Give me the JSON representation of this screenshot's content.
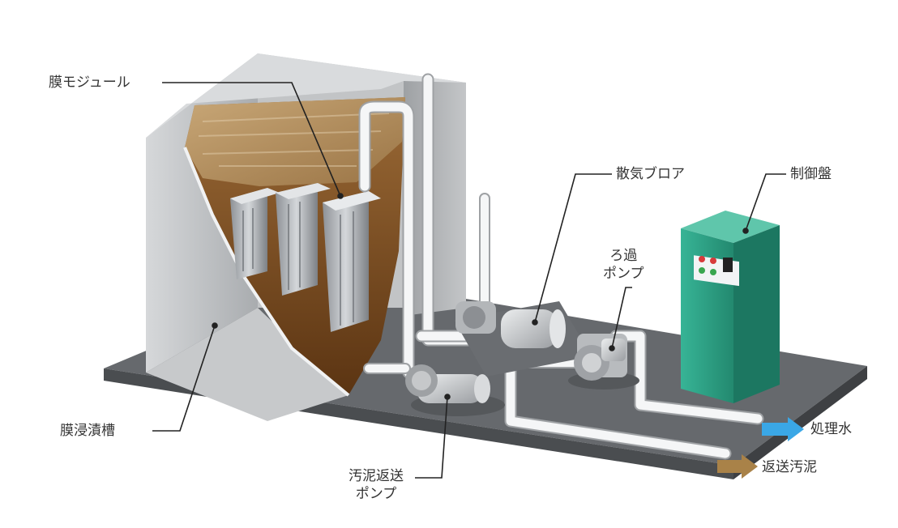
{
  "labels": {
    "membrane_module": "膜モジュール",
    "aeration_blower": "散気ブロア",
    "control_panel": "制御盤",
    "filtration_pump_line1": "ろ過",
    "filtration_pump_line2": "ポンプ",
    "membrane_tank": "膜浸漬槽",
    "sludge_return_pump_line1": "汚泥返送",
    "sludge_return_pump_line2": "ポンプ",
    "treated_water": "処理水",
    "return_sludge": "返送汚泥"
  },
  "colors": {
    "tank_wall": "#b9bcbf",
    "sludge": "#7a4b22",
    "base": "#5f6266",
    "panel": "#2fa58a",
    "treated_water_arrow": "#3aa7e6",
    "return_sludge_arrow": "#a98248"
  }
}
